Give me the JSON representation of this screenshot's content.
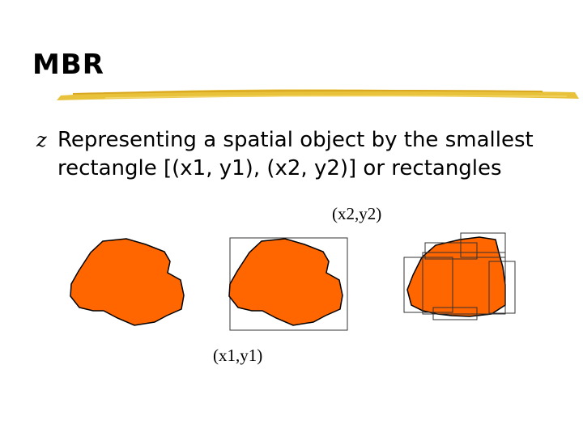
{
  "slide": {
    "title": "MBR",
    "bullet_glyph": "z",
    "bullet_text": "Representing a spatial object by the smallest rectangle [(x1, y1), (x2, y2)] or rectangles"
  },
  "diagram": {
    "label_upper_right": "(x2,y2)",
    "label_lower_left": "(x1,y1)"
  },
  "colors": {
    "shape_fill": "#FF6600",
    "shape_stroke": "#000000",
    "rule_gold": "#E8C23A",
    "box_stroke": "#333333"
  }
}
